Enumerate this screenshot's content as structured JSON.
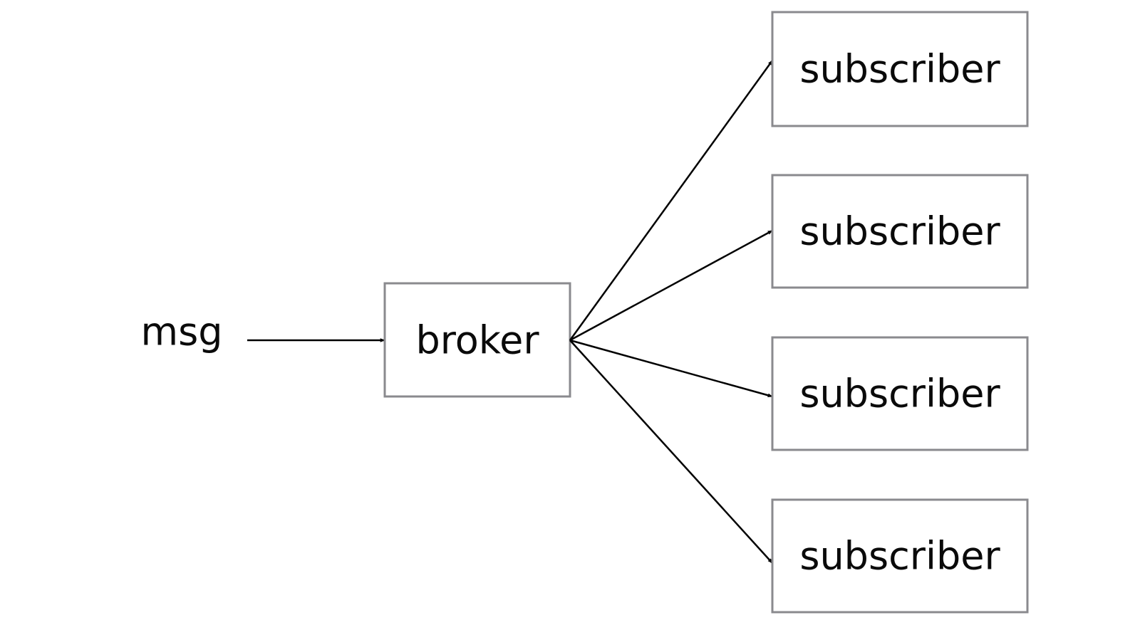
{
  "diagram": {
    "input_label": "msg",
    "broker_label": "broker",
    "subscribers": [
      {
        "label": "subscriber"
      },
      {
        "label": "subscriber"
      },
      {
        "label": "subscriber"
      },
      {
        "label": "subscriber"
      }
    ]
  },
  "colors": {
    "box_border": "#8a8a8e",
    "text": "#0a0a0a",
    "arrow": "#000000",
    "background": "#ffffff"
  }
}
